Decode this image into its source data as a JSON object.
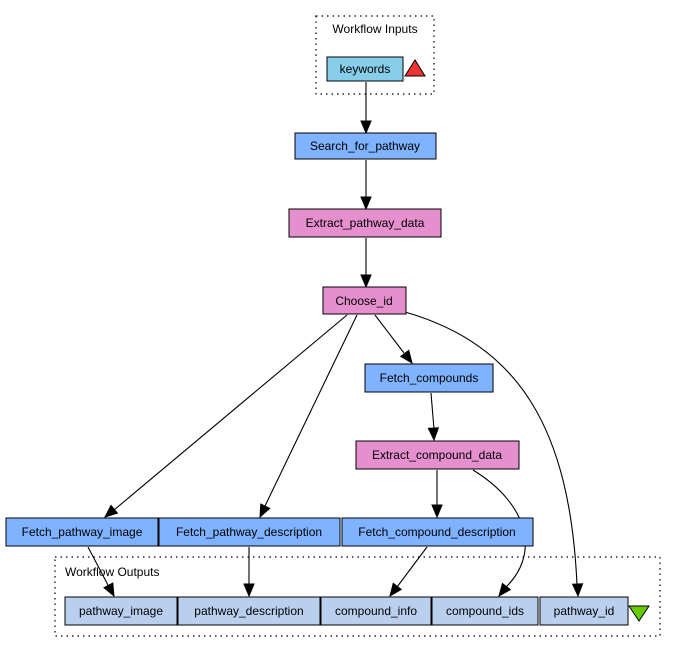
{
  "clusters": {
    "inputs": {
      "label": "Workflow Inputs"
    },
    "outputs": {
      "label": "Workflow Outputs"
    }
  },
  "colors": {
    "input_port": "#87ceeb",
    "service": "#7fb2ff",
    "beanshell": "#e68fce",
    "output_port": "#b9cfed",
    "input_triangle": "#ee3333",
    "output_triangle": "#66cc00"
  },
  "nodes": {
    "keywords": {
      "label": "keywords",
      "kind": "input_port"
    },
    "search_for_pathway": {
      "label": "Search_for_pathway",
      "kind": "service"
    },
    "extract_pathway_data": {
      "label": "Extract_pathway_data",
      "kind": "beanshell"
    },
    "choose_id": {
      "label": "Choose_id",
      "kind": "beanshell"
    },
    "fetch_compounds": {
      "label": "Fetch_compounds",
      "kind": "service"
    },
    "extract_compound_data": {
      "label": "Extract_compound_data",
      "kind": "beanshell"
    },
    "fetch_pathway_image": {
      "label": "Fetch_pathway_image",
      "kind": "service"
    },
    "fetch_pathway_description": {
      "label": "Fetch_pathway_description",
      "kind": "service"
    },
    "fetch_compound_description": {
      "label": "Fetch_compound_description",
      "kind": "service"
    },
    "pathway_image": {
      "label": "pathway_image",
      "kind": "output_port"
    },
    "pathway_description": {
      "label": "pathway_description",
      "kind": "output_port"
    },
    "compound_info": {
      "label": "compound_info",
      "kind": "output_port"
    },
    "compound_ids": {
      "label": "compound_ids",
      "kind": "output_port"
    },
    "pathway_id": {
      "label": "pathway_id",
      "kind": "output_port"
    }
  },
  "edges": [
    {
      "from": "keywords",
      "to": "search_for_pathway"
    },
    {
      "from": "search_for_pathway",
      "to": "extract_pathway_data"
    },
    {
      "from": "extract_pathway_data",
      "to": "choose_id"
    },
    {
      "from": "choose_id",
      "to": "fetch_compounds"
    },
    {
      "from": "choose_id",
      "to": "fetch_pathway_image"
    },
    {
      "from": "choose_id",
      "to": "fetch_pathway_description"
    },
    {
      "from": "choose_id",
      "to": "pathway_id"
    },
    {
      "from": "fetch_compounds",
      "to": "extract_compound_data"
    },
    {
      "from": "extract_compound_data",
      "to": "fetch_compound_description"
    },
    {
      "from": "extract_compound_data",
      "to": "compound_ids"
    },
    {
      "from": "fetch_pathway_image",
      "to": "pathway_image"
    },
    {
      "from": "fetch_pathway_description",
      "to": "pathway_description"
    },
    {
      "from": "fetch_compound_description",
      "to": "compound_info"
    }
  ]
}
